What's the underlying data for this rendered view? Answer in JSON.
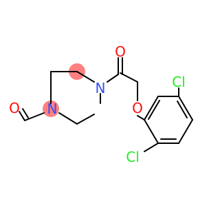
{
  "molecule": {
    "atoms": {
      "carbonyl_oxygen": "O",
      "formyl_oxygen": "O",
      "amide_nitrogen_top": "N",
      "amide_nitrogen_left": "N",
      "ether_oxygen": "O",
      "chlorine_top": "Cl",
      "chlorine_bottom": "Cl"
    }
  },
  "colors": {
    "bond": "#000000",
    "oxygen": "#ff0d0d",
    "nitrogen": "#3050f8",
    "chlorine": "#1ff01f",
    "highlight": "#ff8080",
    "background": "#ffffff"
  }
}
